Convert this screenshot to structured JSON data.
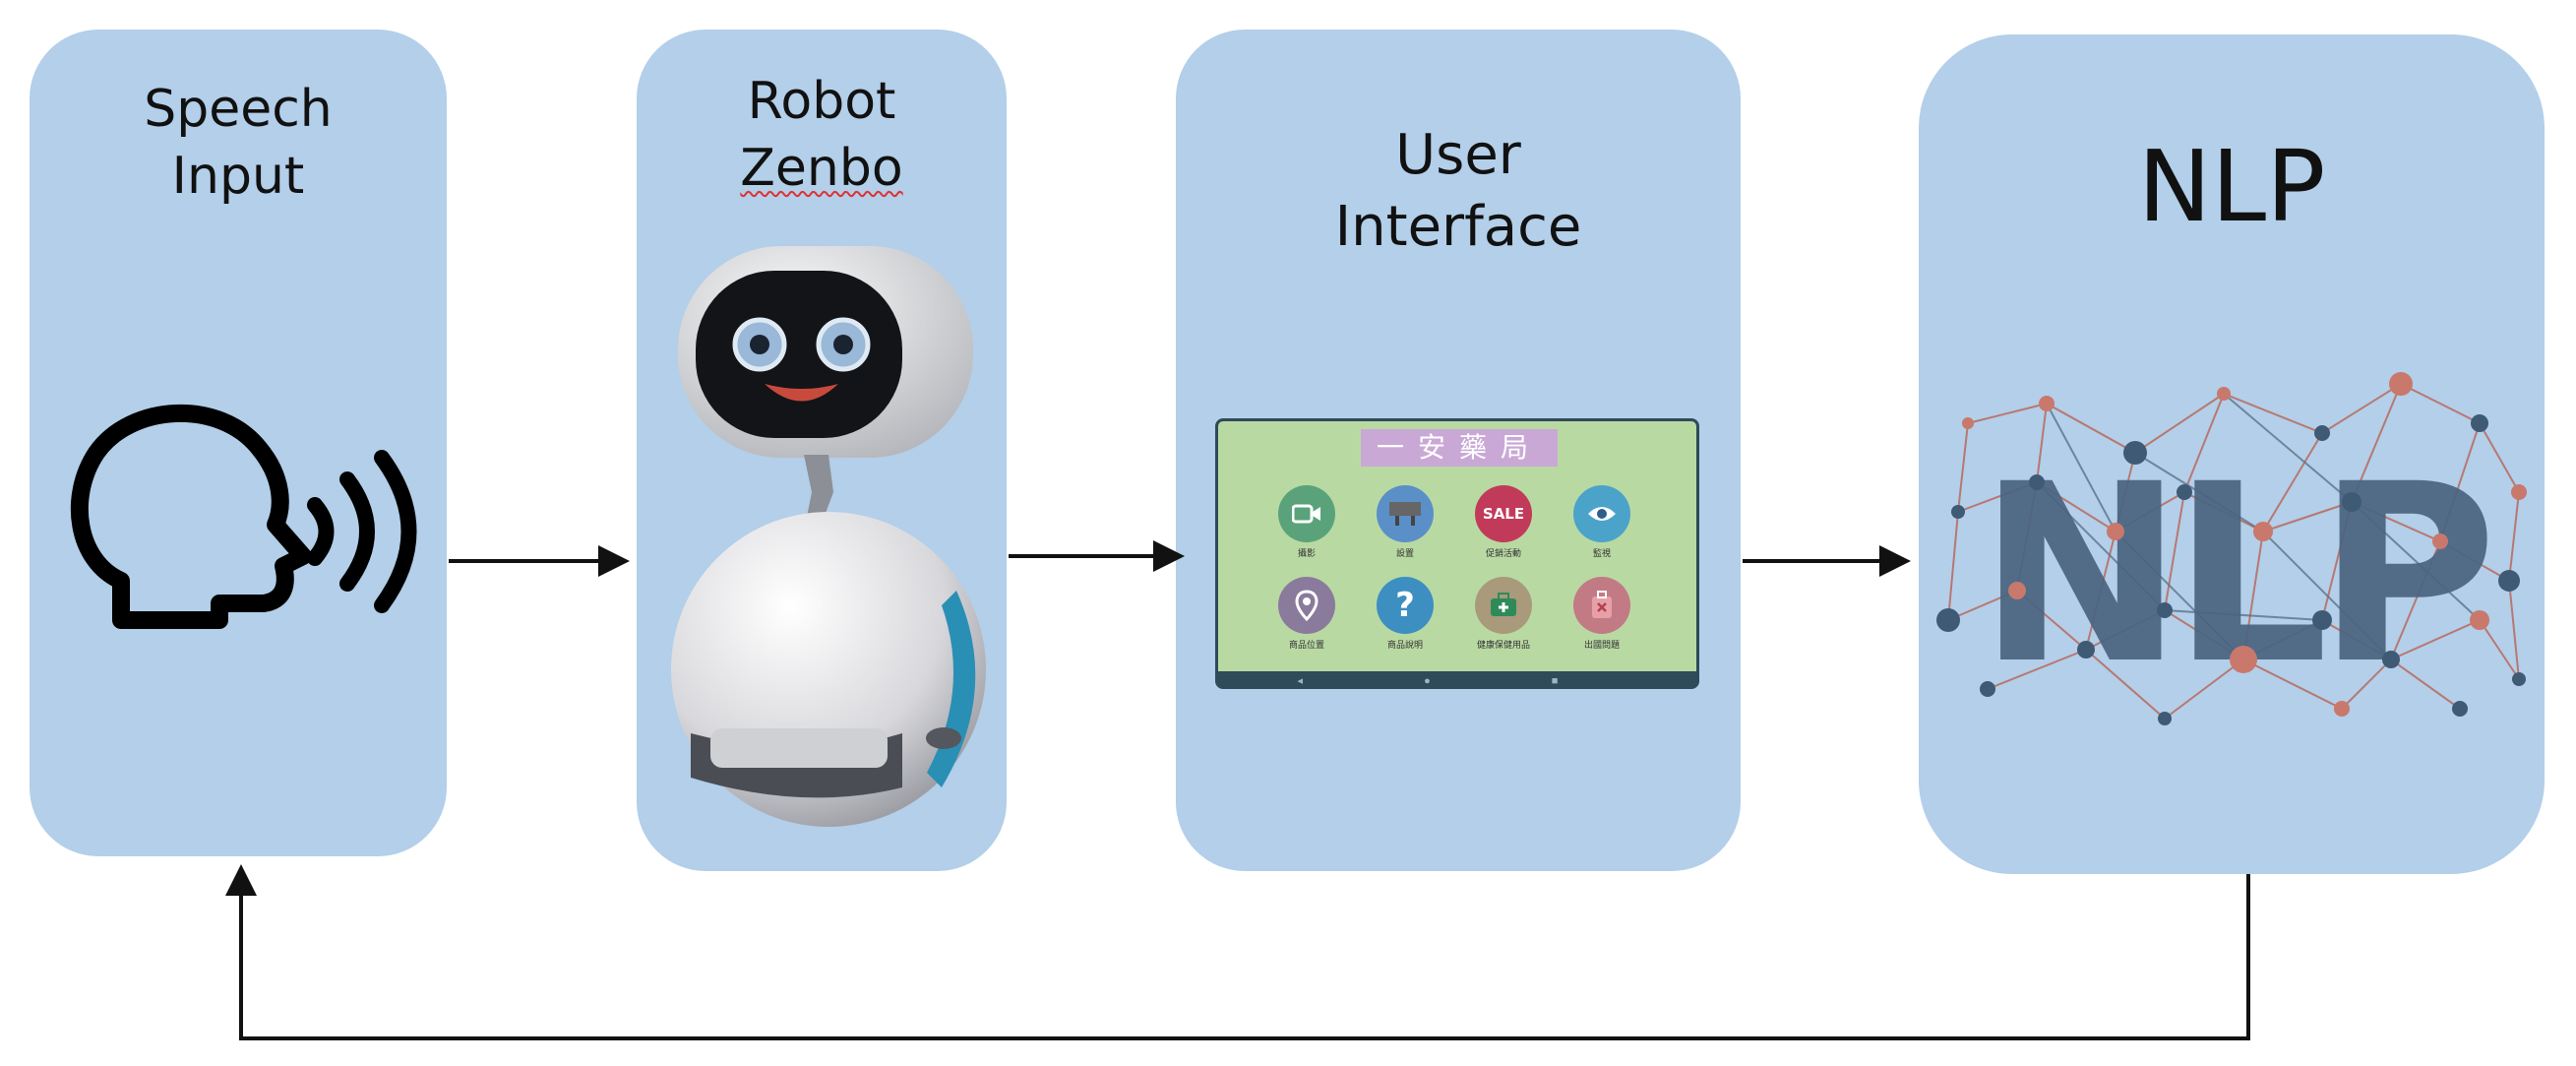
{
  "panels": {
    "speech": {
      "line1": "Speech",
      "line2": "Input",
      "icon": "speaking-head-icon"
    },
    "robot": {
      "line1": "Robot",
      "line2": "Zenbo",
      "icon": "zenbo-robot-icon"
    },
    "ui": {
      "line1": "User",
      "line2": "Interface"
    },
    "nlp": {
      "title": "NLP",
      "graphic_text": "NLP",
      "icon": "network-graph-icon"
    }
  },
  "tablet": {
    "title": "一安藥局",
    "apps": [
      {
        "icon": "video-icon",
        "label": "攝影",
        "color": "#5aa37a"
      },
      {
        "icon": "tv-icon",
        "label": "設置",
        "color": "#5b8fc7"
      },
      {
        "icon": "sale-icon",
        "label": "促銷活動",
        "color": "#c23a5a",
        "text": "SALE"
      },
      {
        "icon": "eye-icon",
        "label": "監視",
        "color": "#4ba3c9"
      },
      {
        "icon": "location-icon",
        "label": "商品位置",
        "color": "#8a7a9c"
      },
      {
        "icon": "question-icon",
        "label": "商品說明",
        "color": "#3d8fc2",
        "text": "?"
      },
      {
        "icon": "medkit-icon",
        "label": "健康保健用品",
        "color": "#a89a7a"
      },
      {
        "icon": "luggage-icon",
        "label": "出國問題",
        "color": "#c27a84"
      }
    ],
    "nav": "◂ ● ■"
  },
  "colors": {
    "panel": "#b3cfe9",
    "arrow": "#111111",
    "nlp_text": "#4a6480"
  }
}
